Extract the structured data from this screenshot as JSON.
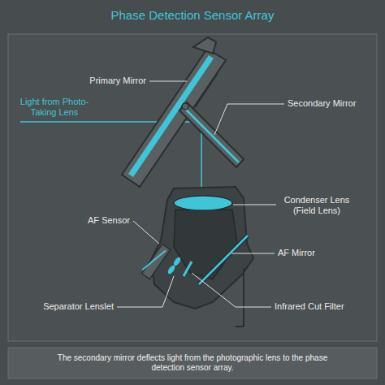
{
  "diagram": {
    "title": "Phase Detection Sensor Array",
    "caption": "The secondary mirror deflects light from the photographic lens to the phase detection sensor array.",
    "labels": [
      "Primary Mirror",
      "Light from Photo-Taking Lens",
      "Secondary Mirror",
      "Condenser Lens (Field Lens)",
      "AF Sensor",
      "AF Mirror",
      "Separator Lenslet",
      "Infrared Cut Filter"
    ]
  }
}
